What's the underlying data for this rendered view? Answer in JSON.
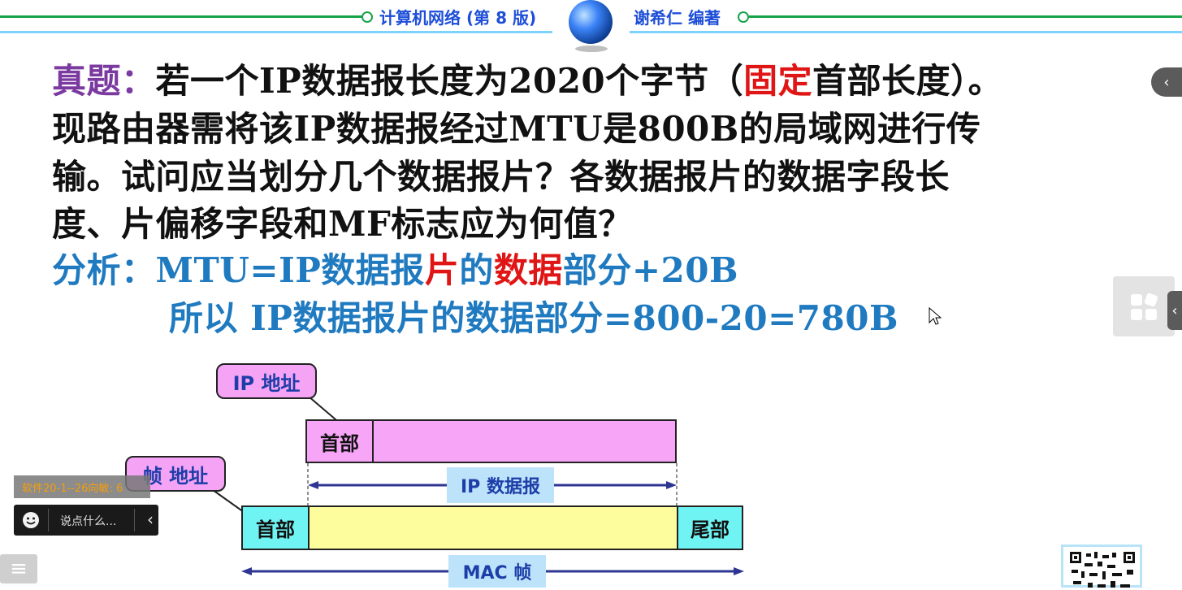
{
  "header": {
    "book_title": "计算机网络 (第 8 版)",
    "author": "谢希仁 编著"
  },
  "slide": {
    "question_label": "真题：",
    "line1_a": "若一个IP数据报长度为2020个字节（",
    "line1_red": "固定",
    "line1_b": "首部长度）。",
    "line2": "现路由器需将该IP数据报经过MTU是800B的局域网进行传",
    "line3": "输。试问应当划分几个数据报片？各数据报片的数据字段长",
    "line4": "度、片偏移字段和MF标志应为何值？",
    "analysis_label": "分析：",
    "analysis_a": "MTU=IP数据报",
    "analysis_red1": "片",
    "analysis_b": "的",
    "analysis_red2": "数据",
    "analysis_c": "部分+20B",
    "line6": "所以 IP数据报片的数据部分=800-20=780B"
  },
  "diagram": {
    "ip_address_callout": "IP 地址",
    "ip_header": "首部",
    "ip_datagram_label": "IP 数据报",
    "frame_address_callout": "帧 地址",
    "mac_header": "首部",
    "mac_trailer": "尾部",
    "mac_frame_label": "MAC 帧"
  },
  "overlay": {
    "tag_text": "软件20-1--26向敏: 6",
    "chat_placeholder": "说点什么...",
    "chat_collapse": "‹",
    "menu_icon": "≡",
    "right_arrow_top": "‹",
    "right_arrow_mid": "‹"
  },
  "colors": {
    "accent_blue": "#1f7ac0",
    "emphasis_red": "#e01515",
    "label_purple": "#7b3aa0",
    "ip_box": "#f7a6f7",
    "mac_body": "#fdfd9e",
    "mac_ends": "#6ff3f3"
  }
}
